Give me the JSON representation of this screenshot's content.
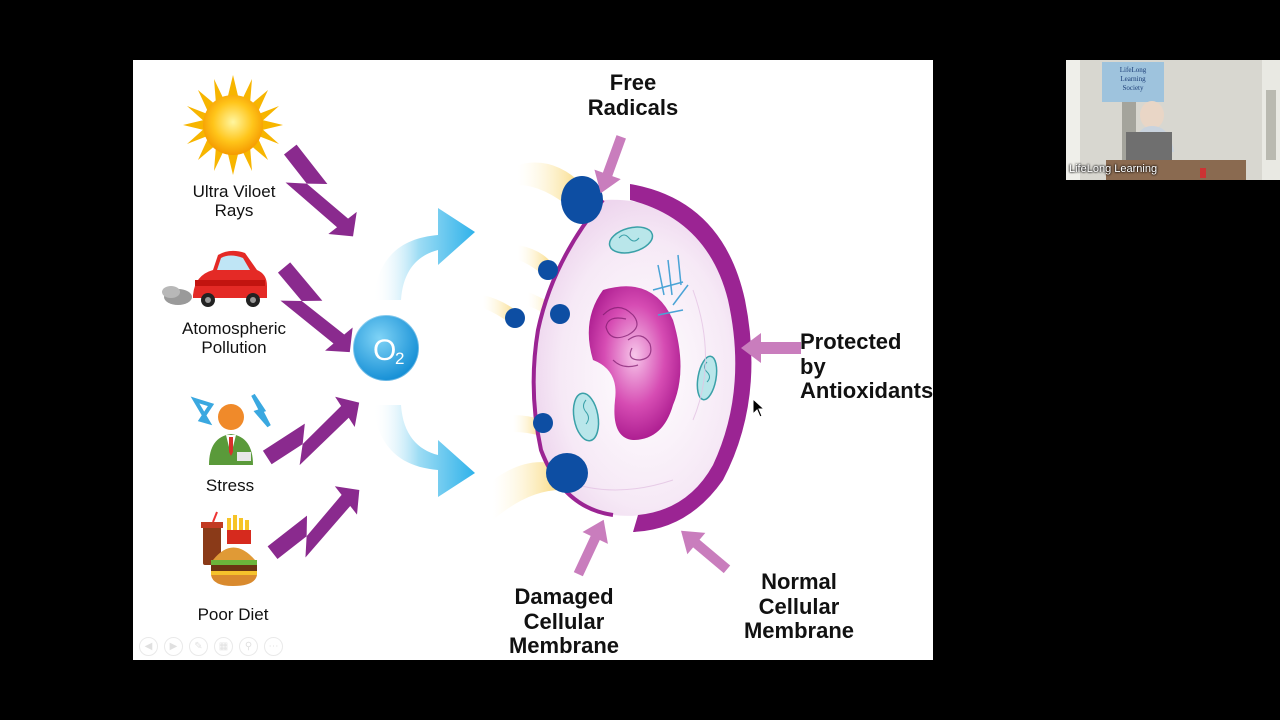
{
  "diagram": {
    "labels": {
      "uv": [
        "Ultra Viloet",
        "Rays"
      ],
      "pollution": [
        "Atomospheric",
        "Pollution"
      ],
      "stress": [
        "Stress"
      ],
      "diet": [
        "Poor Diet"
      ],
      "free_radicals": [
        "Free Radicals"
      ],
      "protected": [
        "Protected by",
        "Antioxidants"
      ],
      "damaged": [
        "Damaged Cellular",
        "Membrane"
      ],
      "normal": [
        "Normal Cellular",
        "Membrane"
      ]
    },
    "oxygen_symbol": "O",
    "oxygen_subscript": "2",
    "colors": {
      "arrow_purple": "#8a2a8e",
      "membrane_purple": "#9b2493",
      "oxygen_blue": "#1e9fdc",
      "free_radical_blue": "#0d4ea3",
      "pink_arrow": "#c97dbd"
    }
  },
  "toolbar": {
    "icons": [
      "previous-icon",
      "next-icon",
      "pen-icon",
      "slides-icon",
      "zoom-icon",
      "more-icon"
    ]
  },
  "webcam": {
    "caption": "LifeLong Learning",
    "sign_lines": [
      "LifeLong",
      "Learning",
      "Society"
    ]
  }
}
